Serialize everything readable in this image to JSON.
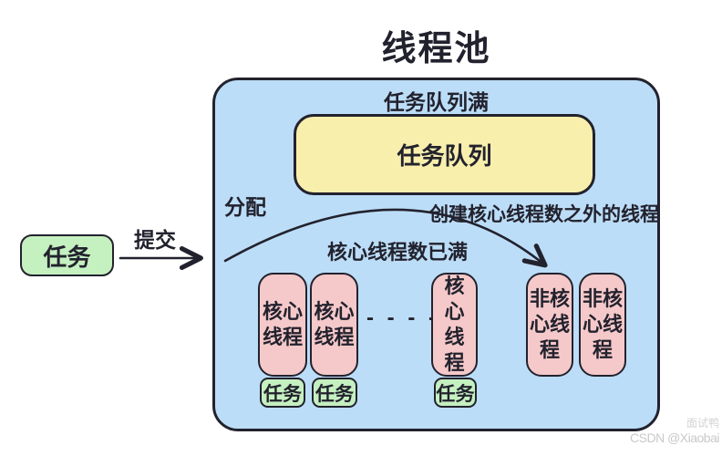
{
  "title": "线程池",
  "colors": {
    "pool_fill": "#BCDDF7",
    "queue_fill": "#F9EFAD",
    "thread_fill": "#F5C9C9",
    "task_fill": "#C5F0C0",
    "stroke": "#22222E",
    "watermark": "#CCCCCC"
  },
  "pool": {
    "queue_full_label": "任务队列满",
    "queue_label": "任务队列",
    "dispatch_label": "分配",
    "create_noncore_label": "创建核心线程数之外的线程",
    "core_full_label": "核心线程数已满",
    "ellipsis": "- - - - -"
  },
  "task_source": {
    "label": "任务",
    "submit_label": "提交"
  },
  "core_threads": [
    {
      "label": "核心线程",
      "task": "任务"
    },
    {
      "label": "核心线程",
      "task": "任务"
    },
    {
      "label": "核心线程",
      "task": "任务"
    }
  ],
  "noncore_threads": [
    {
      "label": "非核心线程"
    },
    {
      "label": "非核心线程"
    }
  ],
  "watermark": {
    "line1": "面试鸭",
    "line2": "CSDN @Xiaobai"
  }
}
